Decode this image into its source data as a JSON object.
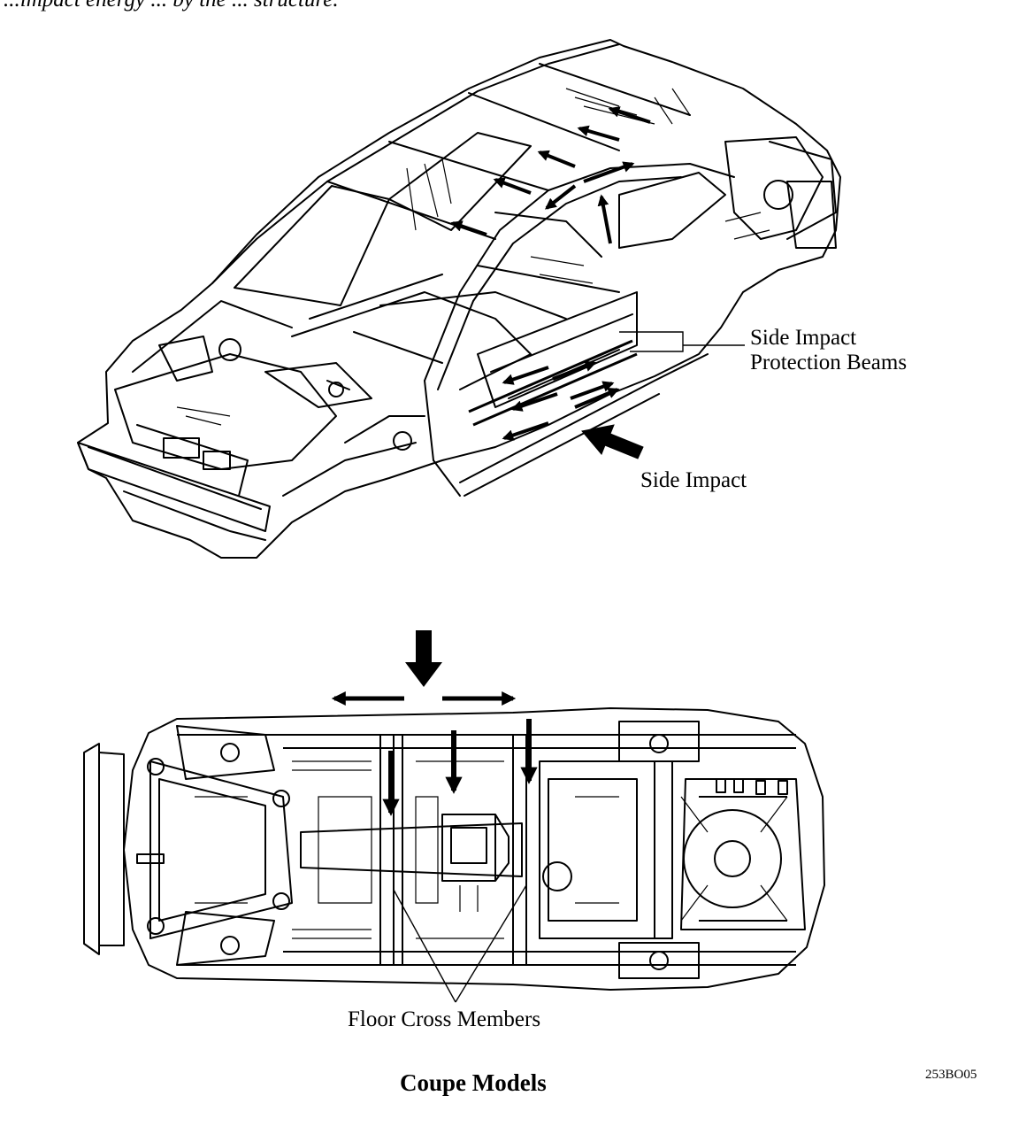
{
  "header": {
    "partial_text": "...impact energy ... by the ... structure."
  },
  "diagram": {
    "upper_view": {
      "labels": {
        "side_impact_beams_line1": "Side Impact",
        "side_impact_beams_line2": "Protection Beams",
        "side_impact": "Side Impact"
      }
    },
    "lower_view": {
      "labels": {
        "floor_cross_members": "Floor Cross Members"
      }
    }
  },
  "caption": "Coupe Models",
  "figure_code": "253BO05",
  "colors": {
    "line": "#000000",
    "background": "#ffffff"
  }
}
